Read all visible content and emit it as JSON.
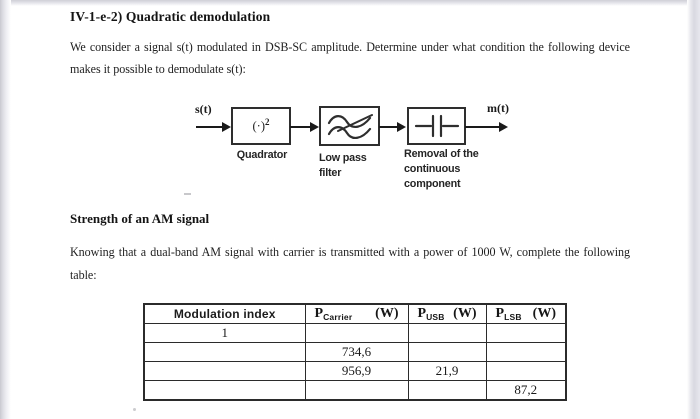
{
  "page": {
    "title": "IV-1-e-2) Quadratic demodulation",
    "para1": "We consider a signal s(t) modulated in DSB-SC amplitude. Determine under what condition the following device makes it possible to demodulate s(t):",
    "section2_title": "Strength of an AM signal",
    "para2": "Knowing that a dual-band AM signal with carrier is transmitted with a power of 1000 W, complete the following table:"
  },
  "diagram": {
    "input_label": "s(t)",
    "output_label": "m(t)",
    "block1": {
      "symbol": "(·)",
      "exponent": "2",
      "caption": "Quadrator"
    },
    "block2": {
      "icon": "lowpass-waves-icon",
      "caption": "Low pass filter"
    },
    "block3": {
      "icon": "capacitor-icon",
      "caption": "Removal of the continuous component"
    }
  },
  "table": {
    "columns": [
      {
        "label": "Modulation index"
      },
      {
        "base": "P",
        "sub": "Carrier",
        "unit": "(W)"
      },
      {
        "base": "P",
        "sub": "USB",
        "unit": "(W)"
      },
      {
        "base": "P",
        "sub": "LSB",
        "unit": "(W)"
      }
    ],
    "rows": [
      [
        "1",
        "",
        "",
        ""
      ],
      [
        "",
        "734,6",
        "",
        ""
      ],
      [
        "",
        "956,9",
        "21,9",
        ""
      ],
      [
        "",
        "",
        "",
        "87,2"
      ]
    ]
  },
  "colors": {
    "page_background": "#ffffff",
    "text": "#1f1f1f",
    "line": "#2b2b2b",
    "scan_edge": "#cfcfd6"
  }
}
